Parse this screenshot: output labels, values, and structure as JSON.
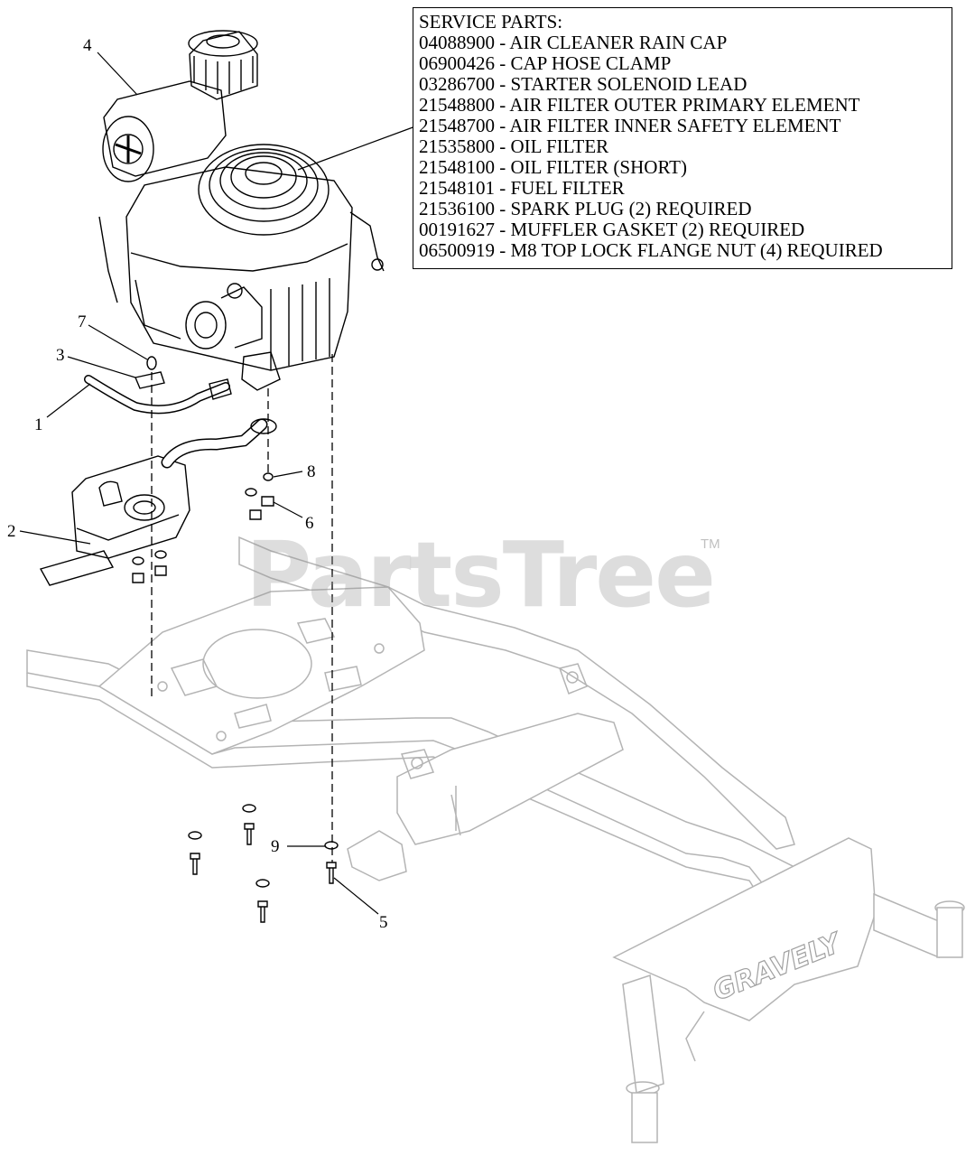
{
  "service_parts": {
    "heading": "SERVICE PARTS:",
    "items": [
      "04088900 - AIR CLEANER RAIN CAP",
      "06900426 - CAP HOSE CLAMP",
      "03286700 - STARTER SOLENOID LEAD",
      "21548800 - AIR FILTER OUTER PRIMARY ELEMENT",
      "21548700 - AIR FILTER INNER SAFETY ELEMENT",
      "21535800 - OIL FILTER",
      "21548100 - OIL FILTER (SHORT)",
      "21548101 - FUEL FILTER",
      "21536100 - SPARK PLUG (2) REQUIRED",
      "00191627 - MUFFLER GASKET (2) REQUIRED",
      "06500919 - M8 TOP LOCK FLANGE NUT (4) REQUIRED"
    ]
  },
  "callouts": {
    "c1": "1",
    "c2": "2",
    "c3": "3",
    "c4": "4",
    "c5": "5",
    "c6": "6",
    "c7": "7",
    "c8": "8",
    "c9": "9"
  },
  "frame_logo": "GRAVELY",
  "watermark": {
    "text": "PartsTree",
    "tm": "TM"
  }
}
